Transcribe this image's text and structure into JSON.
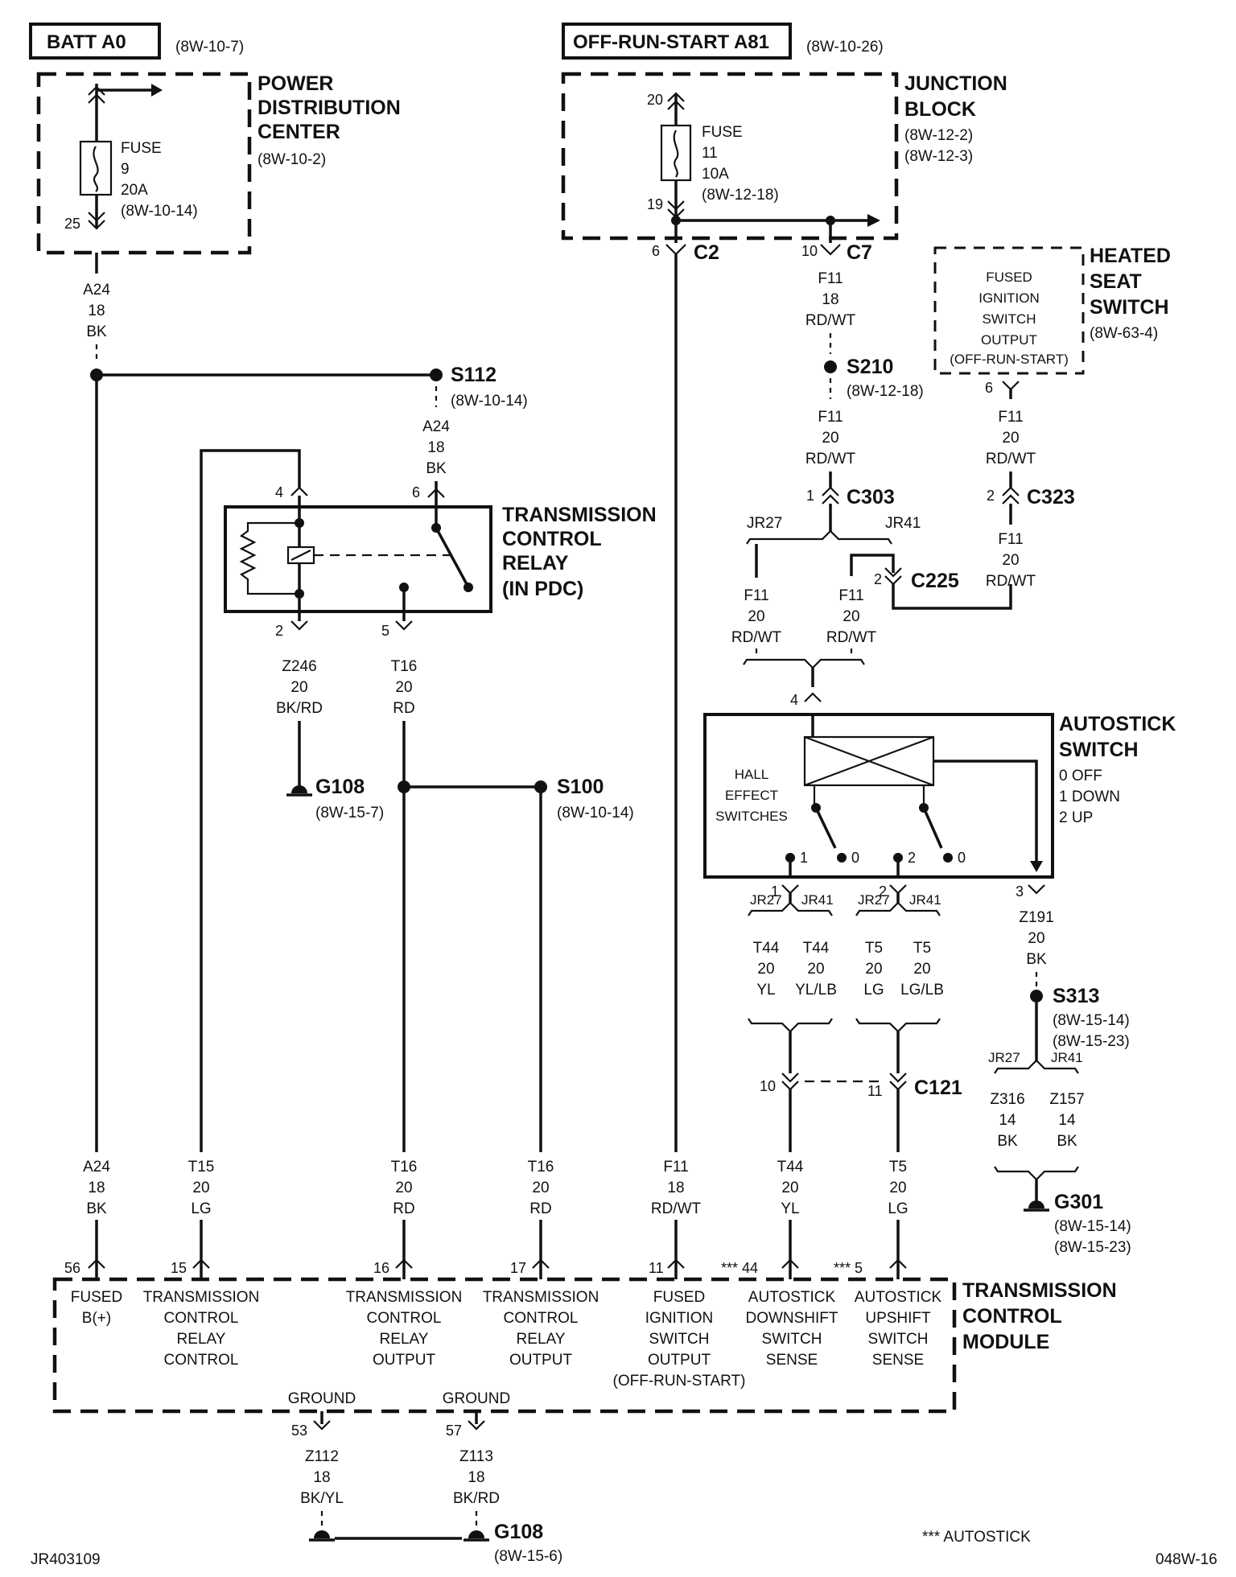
{
  "sources": {
    "batt": {
      "label": "BATT A0",
      "ref": "(8W-10-7)"
    },
    "run": {
      "label": "OFF-RUN-START A81",
      "ref": "(8W-10-26)"
    }
  },
  "pdc": {
    "title": [
      "POWER",
      "DISTRIBUTION",
      "CENTER"
    ],
    "ref": "(8W-10-2)",
    "fuse": [
      "FUSE",
      "9",
      "20A",
      "(8W-10-14)"
    ],
    "pin_out": "25"
  },
  "junction_block": {
    "title": [
      "JUNCTION",
      "BLOCK"
    ],
    "refs": [
      "(8W-12-2)",
      "(8W-12-3)"
    ],
    "fuse": [
      "FUSE",
      "11",
      "10A",
      "(8W-12-18)"
    ],
    "pin_in": "20",
    "pin_out": "19",
    "c2_pin": "6",
    "c2": "C2",
    "c7_pin": "10",
    "c7": "C7"
  },
  "heated_seat": {
    "title": [
      "HEATED",
      "SEAT",
      "SWITCH"
    ],
    "ref": "(8W-63-4)",
    "body": [
      "FUSED",
      "IGNITION",
      "SWITCH",
      "OUTPUT",
      "(OFF-RUN-START)"
    ],
    "pin": "6"
  },
  "relay": {
    "title": [
      "TRANSMISSION",
      "CONTROL",
      "RELAY",
      "(IN PDC)"
    ],
    "pins": {
      "p4": "4",
      "p6": "6",
      "p2": "2",
      "p5": "5"
    }
  },
  "autostick": {
    "title": [
      "AUTOSTICK",
      "SWITCH"
    ],
    "legend": [
      "0 OFF",
      "1 DOWN",
      "2 UP"
    ],
    "body": [
      "HALL",
      "EFFECT",
      "SWITCHES"
    ],
    "pin_in": "4",
    "sw1_a": "1",
    "sw1_b": "0",
    "sw2_a": "2",
    "sw2_b": "0",
    "pin1": "1",
    "pin2": "2",
    "pin3": "3"
  },
  "wires": {
    "a24_top": [
      "A24",
      "18",
      "BK"
    ],
    "a24_s112": [
      "A24",
      "18",
      "BK"
    ],
    "a24_bottom": [
      "A24",
      "18",
      "BK"
    ],
    "t15": [
      "T15",
      "20",
      "LG"
    ],
    "z246": [
      "Z246",
      "20",
      "BK/RD"
    ],
    "t16_top": [
      "T16",
      "20",
      "RD"
    ],
    "t16_a": [
      "T16",
      "20",
      "RD"
    ],
    "t16_b": [
      "T16",
      "20",
      "RD"
    ],
    "f11_c7": [
      "F11",
      "18",
      "RD/WT"
    ],
    "f11_s210": [
      "F11",
      "20",
      "RD/WT"
    ],
    "f11_hs": [
      "F11",
      "20",
      "RD/WT"
    ],
    "f11_c323": [
      "F11",
      "20",
      "RD/WT"
    ],
    "f11_jr27": [
      "F11",
      "20",
      "RD/WT"
    ],
    "f11_jr41": [
      "F11",
      "20",
      "RD/WT"
    ],
    "f11_bottom": [
      "F11",
      "18",
      "RD/WT"
    ],
    "t44_jr27": [
      "T44",
      "20",
      "YL"
    ],
    "t44_jr41": [
      "T44",
      "20",
      "YL/LB"
    ],
    "t5_jr27": [
      "T5",
      "20",
      "LG"
    ],
    "t5_jr41": [
      "T5",
      "20",
      "LG/LB"
    ],
    "t44_bottom": [
      "T44",
      "20",
      "YL"
    ],
    "t5_bottom": [
      "T5",
      "20",
      "LG"
    ],
    "z191": [
      "Z191",
      "20",
      "BK"
    ],
    "z316": [
      "Z316",
      "14",
      "BK"
    ],
    "z157": [
      "Z157",
      "14",
      "BK"
    ],
    "z112": [
      "Z112",
      "18",
      "BK/YL"
    ],
    "z113": [
      "Z113",
      "18",
      "BK/RD"
    ]
  },
  "splices": {
    "s112": {
      "name": "S112",
      "ref": "(8W-10-14)"
    },
    "s210": {
      "name": "S210",
      "ref": "(8W-12-18)"
    },
    "s100": {
      "name": "S100",
      "ref": "(8W-10-14)"
    },
    "s313": {
      "name": "S313",
      "refs": [
        "(8W-15-14)",
        "(8W-15-23)"
      ]
    }
  },
  "grounds": {
    "g108_top": {
      "name": "G108",
      "ref": "(8W-15-7)"
    },
    "g108_bottom": {
      "name": "G108",
      "ref": "(8W-15-6)"
    },
    "g301": {
      "name": "G301",
      "refs": [
        "(8W-15-14)",
        "(8W-15-23)"
      ]
    }
  },
  "connectors": {
    "c303": {
      "name": "C303",
      "pin": "1"
    },
    "c323": {
      "name": "C323",
      "pin": "2"
    },
    "c225": {
      "name": "C225",
      "pin": "2"
    },
    "c121": {
      "name": "C121",
      "pin_a": "10",
      "pin_b": "11"
    }
  },
  "variants": {
    "jr27": "JR27",
    "jr41": "JR41"
  },
  "tcm": {
    "title": [
      "TRANSMISSION",
      "CONTROL",
      "MODULE"
    ],
    "pins": [
      {
        "num": "56",
        "label": [
          "FUSED",
          "B(+)"
        ]
      },
      {
        "num": "15",
        "label": [
          "TRANSMISSION",
          "CONTROL",
          "RELAY",
          "CONTROL"
        ]
      },
      {
        "num": "16",
        "label": [
          "TRANSMISSION",
          "CONTROL",
          "RELAY",
          "OUTPUT"
        ]
      },
      {
        "num": "17",
        "label": [
          "TRANSMISSION",
          "CONTROL",
          "RELAY",
          "OUTPUT"
        ]
      },
      {
        "num": "11",
        "label": [
          "FUSED",
          "IGNITION",
          "SWITCH",
          "OUTPUT",
          "(OFF-RUN-START)"
        ]
      },
      {
        "num": "*** 44",
        "label": [
          "AUTOSTICK",
          "DOWNSHIFT",
          "SWITCH",
          "SENSE"
        ]
      },
      {
        "num": "*** 5",
        "label": [
          "AUTOSTICK",
          "UPSHIFT",
          "SWITCH",
          "SENSE"
        ]
      }
    ],
    "ground_label": "GROUND",
    "ground_pin_a": "53",
    "ground_pin_b": "57"
  },
  "footer": {
    "left": "JR403109",
    "note": "*** AUTOSTICK",
    "right": "048W-16"
  }
}
